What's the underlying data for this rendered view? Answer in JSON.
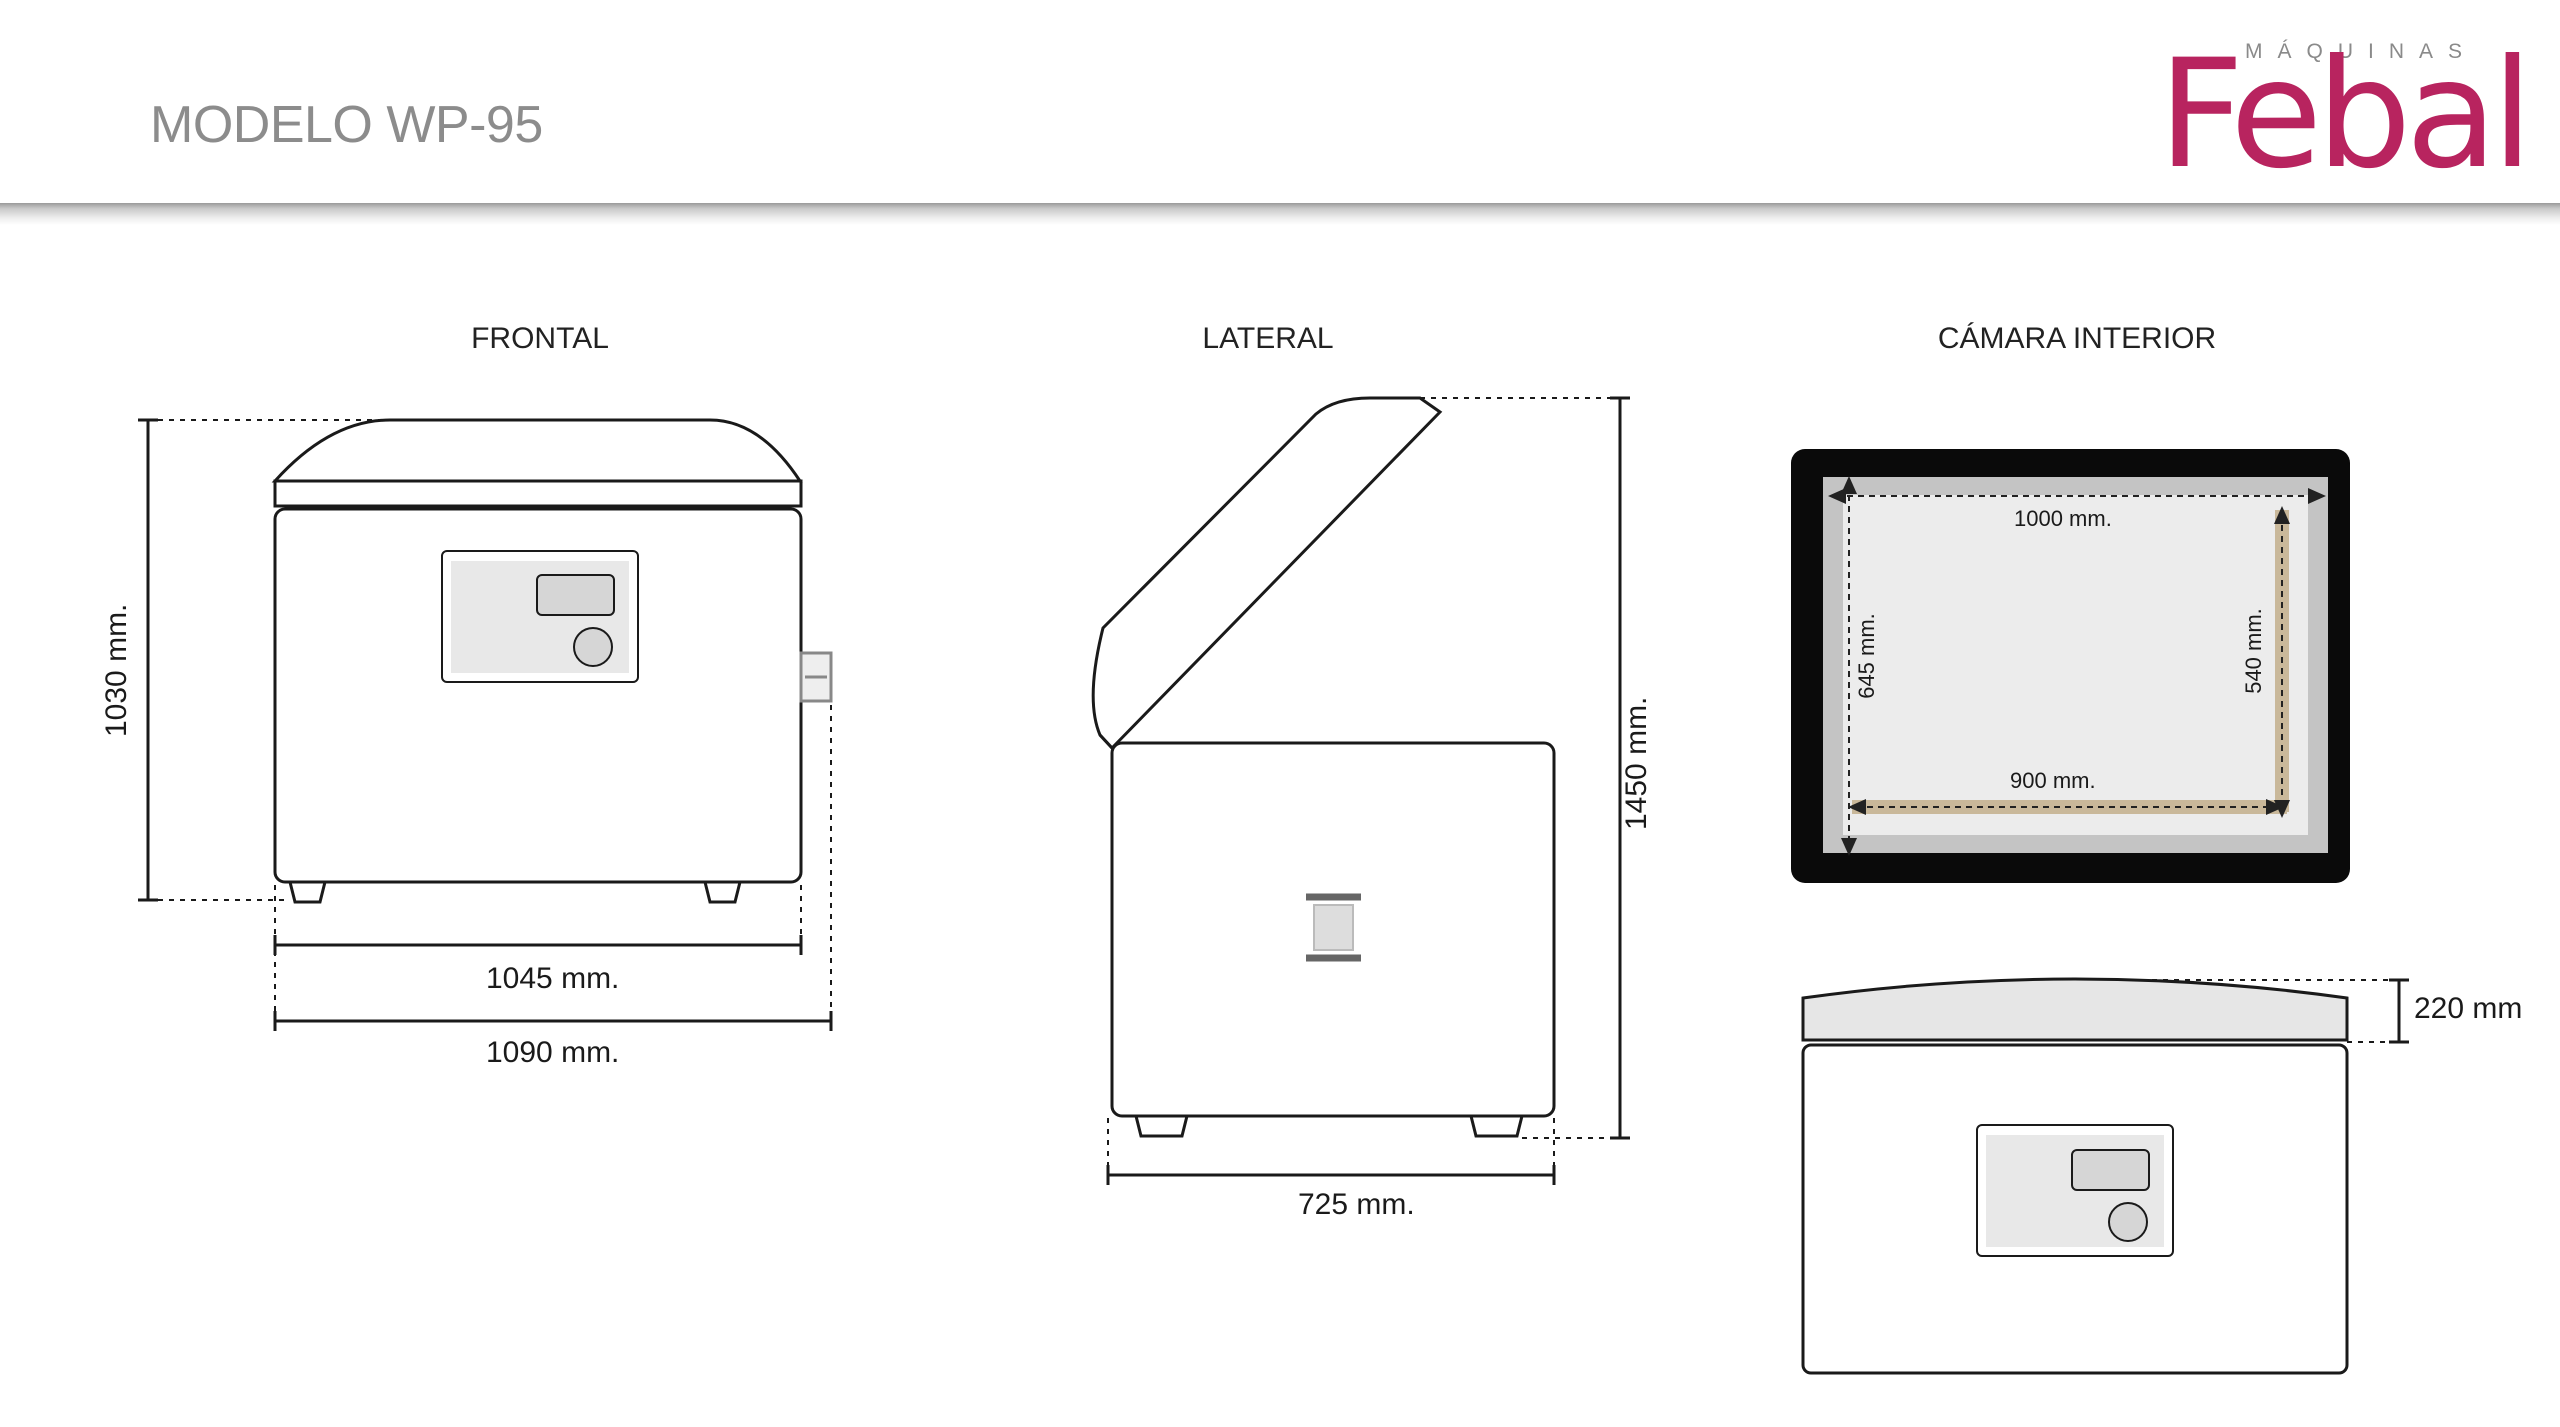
{
  "header": {
    "model_title": "MODELO WP-95"
  },
  "logo": {
    "sub": "MÁQUINAS",
    "word": "Febal",
    "color": "#b8245f"
  },
  "views": {
    "frontal": "FRONTAL",
    "lateral": "LATERAL",
    "camera": "CÁMARA INTERIOR"
  },
  "dimensions": {
    "frontal_height": "1030 mm.",
    "frontal_width_inner": "1045 mm.",
    "frontal_width_outer": "1090 mm.",
    "lateral_height": "1450 mm.",
    "lateral_depth": "725 mm.",
    "chamber_width_outer": "1000 mm.",
    "chamber_depth_outer": "645 mm.",
    "chamber_depth_inner": "540 mm.",
    "chamber_width_inner": "900 mm.",
    "lid_height": "220 mm"
  }
}
